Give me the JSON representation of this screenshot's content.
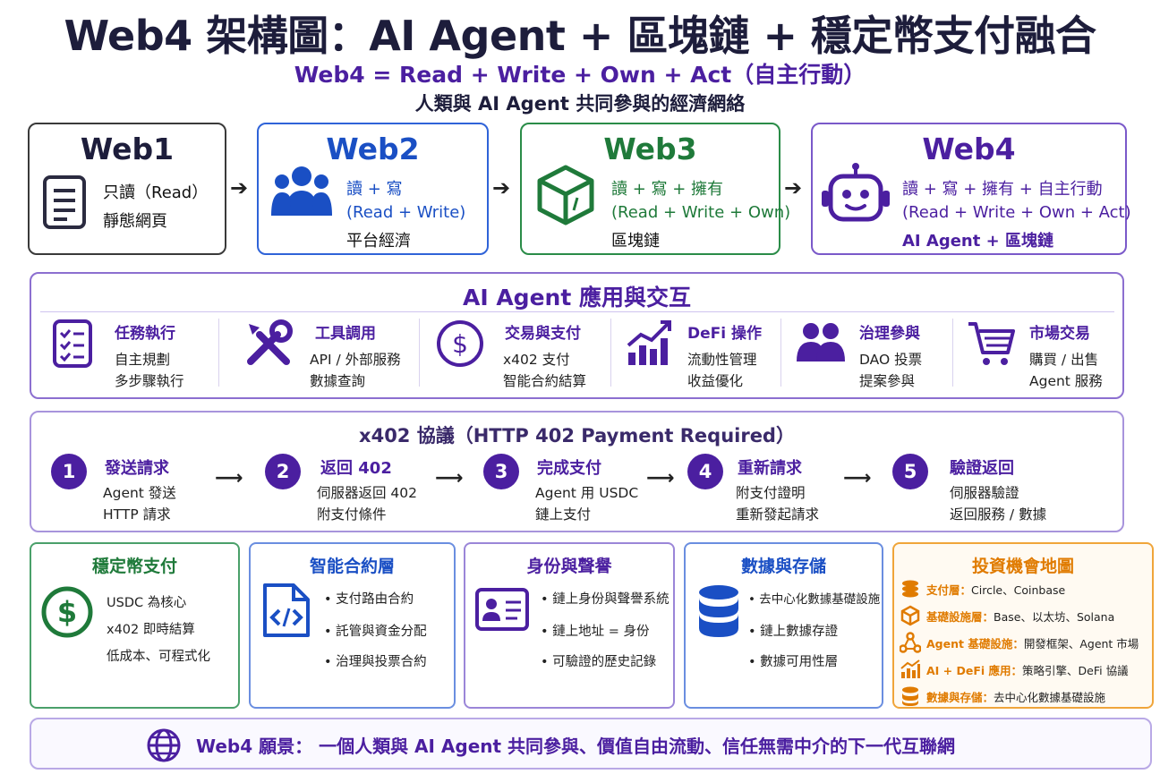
{
  "header": {
    "title": "Web4 架構圖：AI Agent + 區塊鏈 + 穩定幣支付融合",
    "formula": "Web4 = Read + Write + Own + Act（自主行動）",
    "tagline": "人類與 AI Agent 共同參與的經濟網絡"
  },
  "evolution": [
    {
      "title": "Web1",
      "lines": [
        "只讀（Read）",
        "靜態網頁"
      ],
      "icon": "document-icon",
      "color": "#1d1d3b"
    },
    {
      "title": "Web2",
      "lines": [
        "讀 + 寫",
        "(Read + Write)",
        "平台經濟"
      ],
      "icon": "users-icon",
      "color": "#1a4fc4"
    },
    {
      "title": "Web3",
      "lines": [
        "讀 + 寫 + 擁有",
        "(Read + Write + Own)",
        "區塊鏈"
      ],
      "icon": "cube-icon",
      "color": "#1f7a3a"
    },
    {
      "title": "Web4",
      "lines": [
        "讀 + 寫 + 擁有 + 自主行動",
        "(Read + Write + Own + Act)",
        "AI Agent + 區塊鏈"
      ],
      "icon": "robot-icon",
      "color": "#4b1fa0"
    }
  ],
  "agent_apps": {
    "title": "AI Agent 應用與交互",
    "items": [
      {
        "title": "任務執行",
        "lines": [
          "自主規劃",
          "多步驟執行"
        ],
        "icon": "checklist-icon"
      },
      {
        "title": "工具調用",
        "lines": [
          "API / 外部服務",
          "數據查詢"
        ],
        "icon": "tools-icon"
      },
      {
        "title": "交易與支付",
        "lines": [
          "x402 支付",
          "智能合約結算"
        ],
        "icon": "dollar-coin-icon"
      },
      {
        "title": "DeFi 操作",
        "lines": [
          "流動性管理",
          "收益優化"
        ],
        "icon": "bar-chart-icon"
      },
      {
        "title": "治理參與",
        "lines": [
          "DAO 投票",
          "提案參與"
        ],
        "icon": "group-icon"
      },
      {
        "title": "市場交易",
        "lines": [
          "購買 / 出售",
          "Agent 服務"
        ],
        "icon": "cart-icon"
      }
    ]
  },
  "x402": {
    "title": "x402 協議（HTTP 402 Payment Required）",
    "steps": [
      {
        "num": "1",
        "title": "發送請求",
        "lines": [
          "Agent 發送",
          "HTTP 請求"
        ]
      },
      {
        "num": "2",
        "title": "返回 402",
        "lines": [
          "伺服器返回 402",
          "附支付條件"
        ]
      },
      {
        "num": "3",
        "title": "完成支付",
        "lines": [
          "Agent 用 USDC",
          "鏈上支付"
        ]
      },
      {
        "num": "4",
        "title": "重新請求",
        "lines": [
          "附支付證明",
          "重新發起請求"
        ]
      },
      {
        "num": "5",
        "title": "驗證返回",
        "lines": [
          "伺服器驗證",
          "返回服務 / 數據"
        ]
      }
    ]
  },
  "layers": [
    {
      "title": "穩定幣支付",
      "icon": "stablecoin-icon",
      "color": "#1f7a3a",
      "lines": [
        "USDC 為核心",
        "x402 即時結算",
        "低成本、可程式化"
      ]
    },
    {
      "title": "智能合約層",
      "icon": "code-file-icon",
      "color": "#1a4fc4",
      "bullets": [
        "支付路由合約",
        "託管與資金分配",
        "治理與投票合約"
      ]
    },
    {
      "title": "身份與聲譽",
      "icon": "id-card-icon",
      "color": "#4b1fa0",
      "bullets": [
        "鏈上身份與聲譽系統",
        "鏈上地址 = 身份",
        "可驗證的歷史記錄"
      ]
    },
    {
      "title": "數據與存儲",
      "icon": "database-icon",
      "color": "#1a4fc4",
      "bullets": [
        "去中心化數據基礎設施",
        "鏈上數據存證",
        "數據可用性層"
      ]
    }
  ],
  "investment": {
    "title": "投資機會地圖",
    "accent": "#e07b00",
    "items": [
      {
        "key": "支付層：",
        "value": "Circle、Coinbase",
        "icon": "coins-icon"
      },
      {
        "key": "基礎設施層：",
        "value": "Base、以太坊、Solana",
        "icon": "cube-outline-icon"
      },
      {
        "key": "Agent 基礎設施：",
        "value": "開發框架、Agent 市場",
        "icon": "network-icon"
      },
      {
        "key": "AI + DeFi 應用：",
        "value": "策略引擎、DeFi 協議",
        "icon": "chart-icon"
      },
      {
        "key": "數據與存儲：",
        "value": "去中心化數據基礎設施",
        "icon": "storage-icon"
      }
    ]
  },
  "footer": {
    "text": "Web4 願景： 一個人類與 AI Agent 共同參與、價值自由流動、信任無需中介的下一代互聯網",
    "icon": "globe-icon"
  },
  "colors": {
    "primary": "#4b1fa0",
    "web2": "#1a4fc4",
    "web3": "#1f7a3a",
    "accent": "#e07b00"
  }
}
